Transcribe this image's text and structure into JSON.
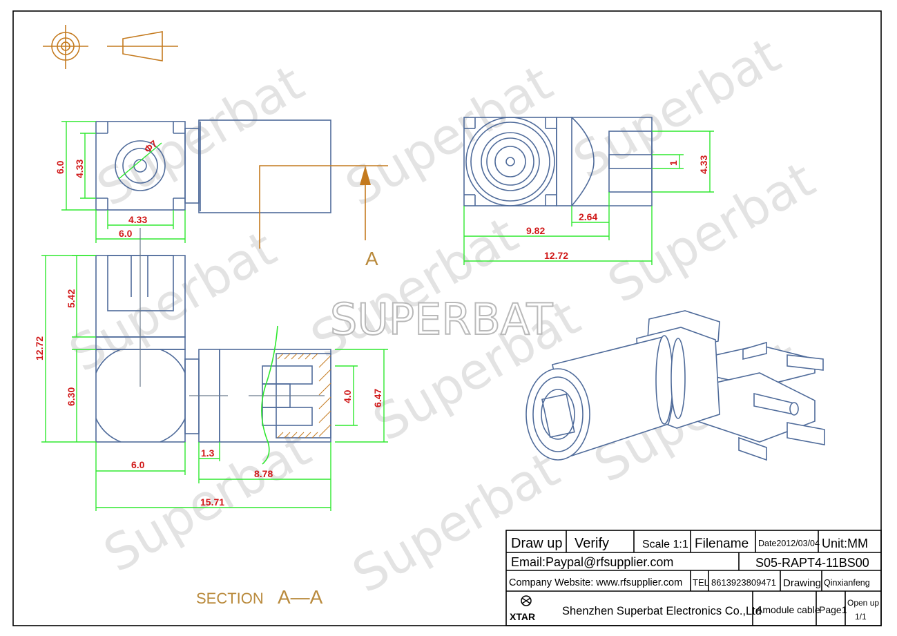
{
  "watermark": {
    "repeat": "Superbat",
    "center": "SUPERBAT"
  },
  "section_label": {
    "text": "SECTION",
    "letters": "A—A",
    "view_letter": "A"
  },
  "dimensions": {
    "front_height_outer": "6.0",
    "front_height_inner": "4.33",
    "front_width_inner": "4.33",
    "front_width_outer": "6.0",
    "front_diameter": "Φ7",
    "side_total_height": "12.72",
    "side_upper": "5.42",
    "side_lower": "6.30",
    "side_width": "6.0",
    "section_step": "1.3",
    "section_length": "8.78",
    "total_length": "15.71",
    "section_inner": "4.0",
    "section_outer": "6.47",
    "top_pin": "1",
    "top_height": "4.33",
    "top_pin_len": "2.64",
    "top_body_len": "9.82",
    "top_total_len": "12.72"
  },
  "title_block": {
    "draw_up": "Draw up",
    "verify": "Verify",
    "scale": "Scale 1:1",
    "filename": "Filename",
    "date": "Date2012/03/04",
    "unit": "Unit:MM",
    "email": "Email:Paypal@rfsupplier.com",
    "part_number": "S05-RAPT4-11BS00",
    "website": "Company Website:  www.rfsupplier.com",
    "tel_label": "TEL",
    "tel": "8613923809471",
    "drawing": "Drawing",
    "drawer": "Qinxianfeng",
    "logo": "XTAR",
    "company": "Shenzhen Superbat Electronics Co.,Ltd",
    "product": "Amodule cable",
    "page": "Page1",
    "open_up": "Open up",
    "open_up_value": "1/1"
  },
  "colors": {
    "part": "#4f6b9a",
    "dimension": "#2ee82e",
    "dim_text": "#d01818",
    "leader": "#c47a1e"
  }
}
